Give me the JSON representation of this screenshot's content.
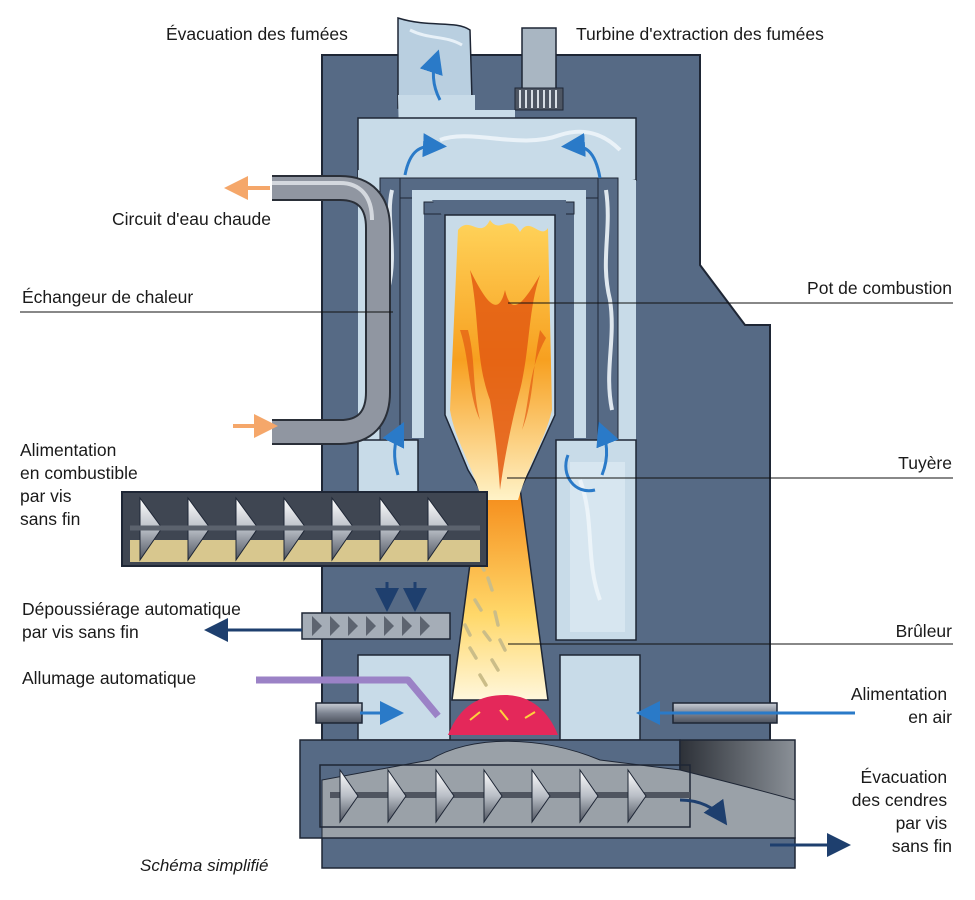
{
  "labels": {
    "smoke_exhaust": "Évacuation des fumées",
    "smoke_turbine": "Turbine d'extraction des fumées",
    "hot_water": "Circuit d'eau chaude",
    "heat_exchanger": "Échangeur de chaleur",
    "combustion_pot": "Pot de combustion",
    "fuel_feed": [
      "Alimentation",
      "en combustible",
      "par vis",
      "sans fin"
    ],
    "nozzle": "Tuyère",
    "dust_removal": [
      "Dépoussiérage automatique",
      "par vis sans fin"
    ],
    "burner": "Brûleur",
    "ignition": "Allumage automatique",
    "air_supply": [
      "Alimentation",
      "en air"
    ],
    "ash_removal": [
      "Évacuation",
      "des cendres",
      "par vis",
      "sans fin"
    ],
    "caption": "Schéma simplifié"
  },
  "colors": {
    "casing": "#566a85",
    "casing_outline": "#1e2635",
    "chamber": "#c8dbe8",
    "flame_outer": "#f7a020",
    "flame_inner": "#e35a12",
    "pellets": "#d8c78e",
    "embers": "#e4285a",
    "ash": "#9aa1a8",
    "arrow_blue": "#2a7ac8",
    "arrow_dark": "#1e3f6e",
    "arrow_orange": "#f5a76a",
    "igniter": "#9b82c6",
    "pipe": "#8f96a3"
  }
}
